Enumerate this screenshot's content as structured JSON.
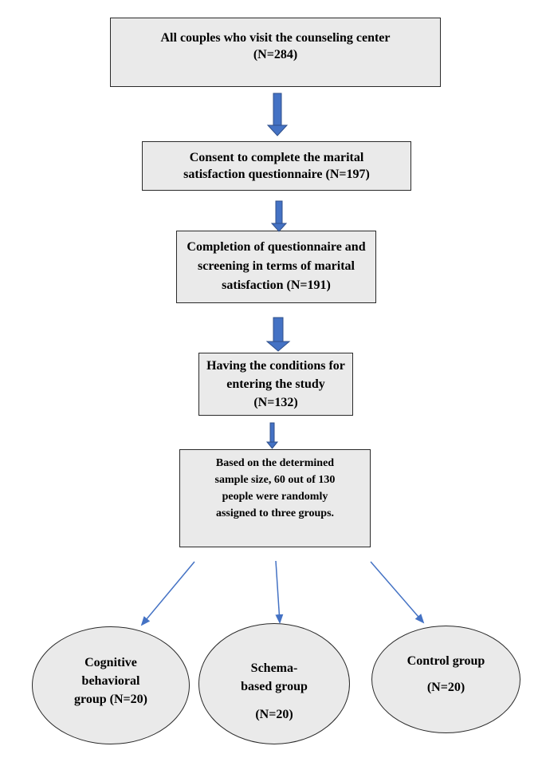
{
  "flow": {
    "box1": {
      "line1": "All couples who visit the counseling center",
      "line2": "(N=284)"
    },
    "box2": {
      "line1": "Consent to complete the marital",
      "line2": "satisfaction questionnaire (N=197)"
    },
    "box3": {
      "line1": "Completion of questionnaire and",
      "line2": "screening in terms of marital",
      "line3": "satisfaction (N=191)"
    },
    "box4": {
      "line1": "Having the conditions for",
      "line2": "entering the study",
      "line3": "(N=132)"
    },
    "box5": {
      "line1": "Based on the determined",
      "line2": "sample size, 60 out of 130",
      "line3": "people were randomly",
      "line4": "assigned to three groups."
    }
  },
  "groups": {
    "cbt": {
      "line1": "Cognitive",
      "line2": "behavioral",
      "line3": "group (N=20)"
    },
    "schema": {
      "line1": "Schema-",
      "line2": "based group",
      "line3": "(N=20)"
    },
    "control": {
      "line1": "Control group",
      "line2": "(N=20)"
    }
  },
  "colors": {
    "box_fill": "#eaeaea",
    "border": "#2a2a2a",
    "arrow": "#4472c4"
  }
}
